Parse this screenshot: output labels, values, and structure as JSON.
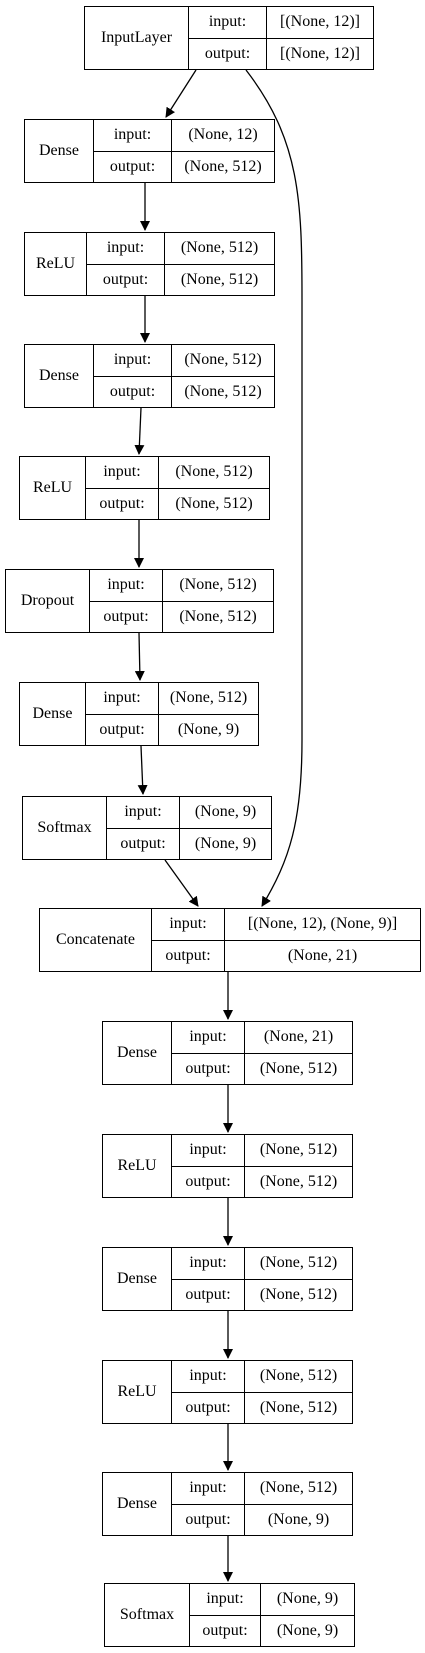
{
  "diagram": {
    "layers": [
      {
        "id": "n0",
        "name": "InputLayer",
        "input": "[(None, 12)]",
        "output": "[(None, 12)]"
      },
      {
        "id": "n1",
        "name": "Dense",
        "input": "(None, 12)",
        "output": "(None, 512)"
      },
      {
        "id": "n2",
        "name": "ReLU",
        "input": "(None, 512)",
        "output": "(None, 512)"
      },
      {
        "id": "n3",
        "name": "Dense",
        "input": "(None, 512)",
        "output": "(None, 512)"
      },
      {
        "id": "n4",
        "name": "ReLU",
        "input": "(None, 512)",
        "output": "(None, 512)"
      },
      {
        "id": "n5",
        "name": "Dropout",
        "input": "(None, 512)",
        "output": "(None, 512)"
      },
      {
        "id": "n6",
        "name": "Dense",
        "input": "(None, 512)",
        "output": "(None, 9)"
      },
      {
        "id": "n7",
        "name": "Softmax",
        "input": "(None, 9)",
        "output": "(None, 9)"
      },
      {
        "id": "n8",
        "name": "Concatenate",
        "input": "[(None, 12), (None, 9)]",
        "output": "(None, 21)"
      },
      {
        "id": "n9",
        "name": "Dense",
        "input": "(None, 21)",
        "output": "(None, 512)"
      },
      {
        "id": "n10",
        "name": "ReLU",
        "input": "(None, 512)",
        "output": "(None, 512)"
      },
      {
        "id": "n11",
        "name": "Dense",
        "input": "(None, 512)",
        "output": "(None, 512)"
      },
      {
        "id": "n12",
        "name": "ReLU",
        "input": "(None, 512)",
        "output": "(None, 512)"
      },
      {
        "id": "n13",
        "name": "Dense",
        "input": "(None, 512)",
        "output": "(None, 9)"
      },
      {
        "id": "n14",
        "name": "Softmax",
        "input": "(None, 9)",
        "output": "(None, 9)"
      }
    ],
    "labels": {
      "input": "input:",
      "output": "output:"
    },
    "edges": [
      [
        "n0",
        "n1"
      ],
      [
        "n1",
        "n2"
      ],
      [
        "n2",
        "n3"
      ],
      [
        "n3",
        "n4"
      ],
      [
        "n4",
        "n5"
      ],
      [
        "n5",
        "n6"
      ],
      [
        "n6",
        "n7"
      ],
      [
        "n7",
        "n8"
      ],
      [
        "n0",
        "n8"
      ],
      [
        "n8",
        "n9"
      ],
      [
        "n9",
        "n10"
      ],
      [
        "n10",
        "n11"
      ],
      [
        "n11",
        "n12"
      ],
      [
        "n12",
        "n13"
      ],
      [
        "n13",
        "n14"
      ]
    ]
  }
}
